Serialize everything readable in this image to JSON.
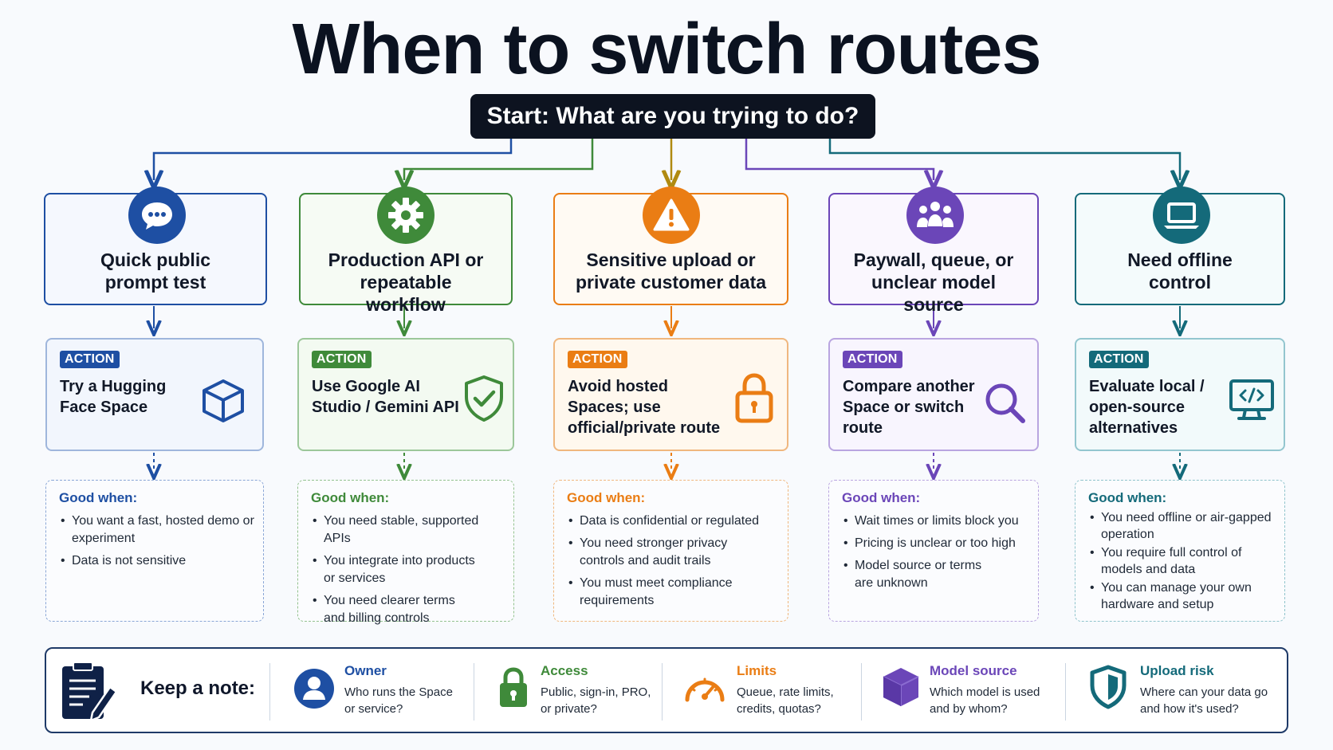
{
  "title": "When to switch routes",
  "start": "Start: What are you trying to do?",
  "columns": [
    {
      "color": "#1e4fa3",
      "icon": "chat-bubble-icon",
      "label": "Quick public prompt test",
      "badge": "ACTION",
      "action": "Try a Hugging Face Space",
      "action_icon": "cube-icon",
      "good_title": "Good when:",
      "good": [
        "You want a fast, hosted demo or experiment",
        "Data is not sensitive"
      ]
    },
    {
      "color": "#3f8a3a",
      "icon": "gear-icon",
      "label": "Production API or repeatable workflow",
      "badge": "ACTION",
      "action": "Use Google AI Studio / Gemini API",
      "action_icon": "shield-check-icon",
      "good_title": "Good when:",
      "good": [
        "You need stable, supported APIs",
        "You integrate into products or services",
        "You need clearer terms and billing controls"
      ]
    },
    {
      "color": "#ea7d14",
      "icon": "warning-icon",
      "label": "Sensitive upload or private customer data",
      "badge": "ACTION",
      "action": "Avoid hosted Spaces; use official/private route",
      "action_icon": "padlock-icon",
      "good_title": "Good when:",
      "good": [
        "Data is confidential or regulated",
        "You need stronger privacy controls and audit trails",
        "You must meet compliance requirements"
      ]
    },
    {
      "color": "#6b46b8",
      "icon": "people-icon",
      "label": "Paywall, queue, or unclear model source",
      "badge": "ACTION",
      "action": "Compare another Space or switch route",
      "action_icon": "magnifier-icon",
      "good_title": "Good when:",
      "good": [
        "Wait times or limits block you",
        "Pricing is unclear or too high",
        "Model source or terms are unknown"
      ]
    },
    {
      "color": "#146a7a",
      "icon": "laptop-icon",
      "label": "Need offline control",
      "badge": "ACTION",
      "action": "Evaluate local / open-source alternatives",
      "action_icon": "code-monitor-icon",
      "good_title": "Good when:",
      "good": [
        "You need offline or air-gapped operation",
        "You require full control of models and data",
        "You can manage your own hardware and setup"
      ]
    }
  ],
  "note": {
    "label": "Keep a note:",
    "items": [
      {
        "title": "Owner",
        "desc": "Who runs the Space or service?",
        "color": "#1e4fa3",
        "icon": "person-icon"
      },
      {
        "title": "Access",
        "desc": "Public, sign-in, PRO, or private?",
        "color": "#3f8a3a",
        "icon": "lock-icon"
      },
      {
        "title": "Limits",
        "desc": "Queue, rate limits, credits, quotas?",
        "color": "#ea7d14",
        "icon": "speedometer-icon"
      },
      {
        "title": "Model source",
        "desc": "Which model is used and by whom?",
        "color": "#6b46b8",
        "icon": "box-icon"
      },
      {
        "title": "Upload risk",
        "desc": "Where can your data go and how it's used?",
        "color": "#146a7a",
        "icon": "shield-icon"
      }
    ]
  }
}
